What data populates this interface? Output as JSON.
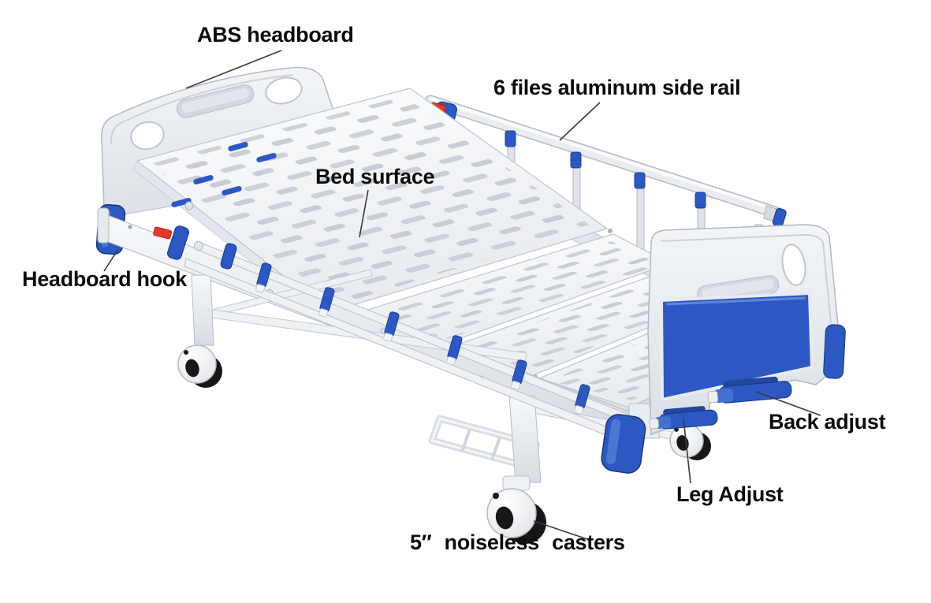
{
  "diagram": {
    "labels": {
      "abs_headboard": "ABS headboard",
      "side_rail": "6 files aluminum side rail",
      "bed_surface": "Bed surface",
      "headboard_hook": "Headboard hook",
      "back_adjust": "Back adjust",
      "leg_adjust": "Leg Adjust",
      "casters": "5″ noiseless casters"
    },
    "colors": {
      "accent_blue": "#2d58c3",
      "deep_blue": "#17357c",
      "alert_red": "#e23a2a",
      "panel_gray": "#e9ecf0",
      "steel_white": "#f5f7f9",
      "wheel_black": "#17171a",
      "leader_line": "#3a3a3a",
      "label_text": "#0c0c0c"
    }
  }
}
